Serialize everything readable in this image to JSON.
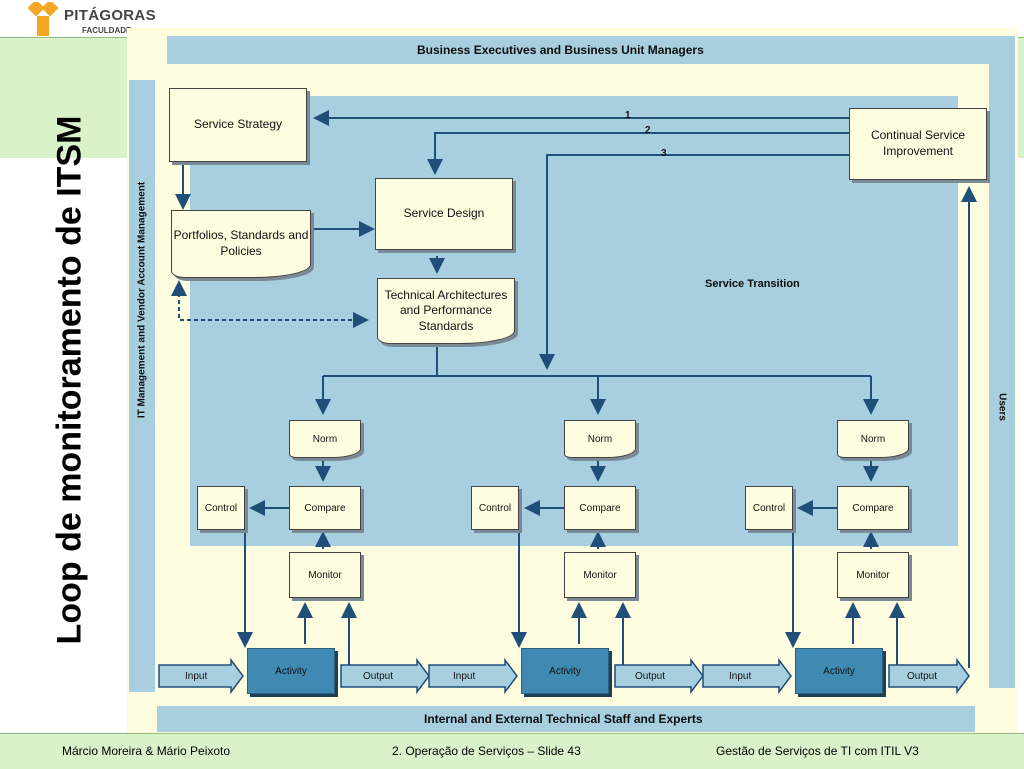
{
  "header": {
    "logo_name": "PITÁGORAS",
    "logo_sub": "FACULDADE",
    "slide_title": "Loop de monitoramento de ITSM"
  },
  "diagram": {
    "top_band": "Business Executives and Business Unit Managers",
    "bottom_band": "Internal and External Technical Staff and Experts",
    "left_band": "IT Management and Vendor Account Management",
    "right_band": "Users",
    "service_transition": "Service Transition",
    "service_strategy": "Service Strategy",
    "portfolios": "Portfolios, Standards and Policies",
    "service_design": "Service Design",
    "tech_arch": "Technical Architectures and Performance Standards",
    "csi": "Continual Service Improvement",
    "arrow_labels": [
      "1",
      "2",
      "3"
    ],
    "loops": [
      {
        "norm": "Norm",
        "compare": "Compare",
        "control": "Control",
        "monitor": "Monitor",
        "activity": "Activity",
        "input": "Input",
        "output": "Output"
      },
      {
        "norm": "Norm",
        "compare": "Compare",
        "control": "Control",
        "monitor": "Monitor",
        "activity": "Activity",
        "input": "Input",
        "output": "Output"
      },
      {
        "norm": "Norm",
        "compare": "Compare",
        "control": "Control",
        "monitor": "Monitor",
        "activity": "Activity",
        "input": "Input",
        "output": "Output"
      }
    ]
  },
  "footer": {
    "authors": "Márcio Moreira & Mário Peixoto",
    "slide": "2. Operação de Serviços – Slide 43",
    "course": "Gestão de Serviços de TI com ITIL V3"
  },
  "colors": {
    "band": "#a7cfe0",
    "box": "#fffde0",
    "activity": "#3e8ab2",
    "line": "#1f4e79",
    "green": "#d9f2c9"
  }
}
